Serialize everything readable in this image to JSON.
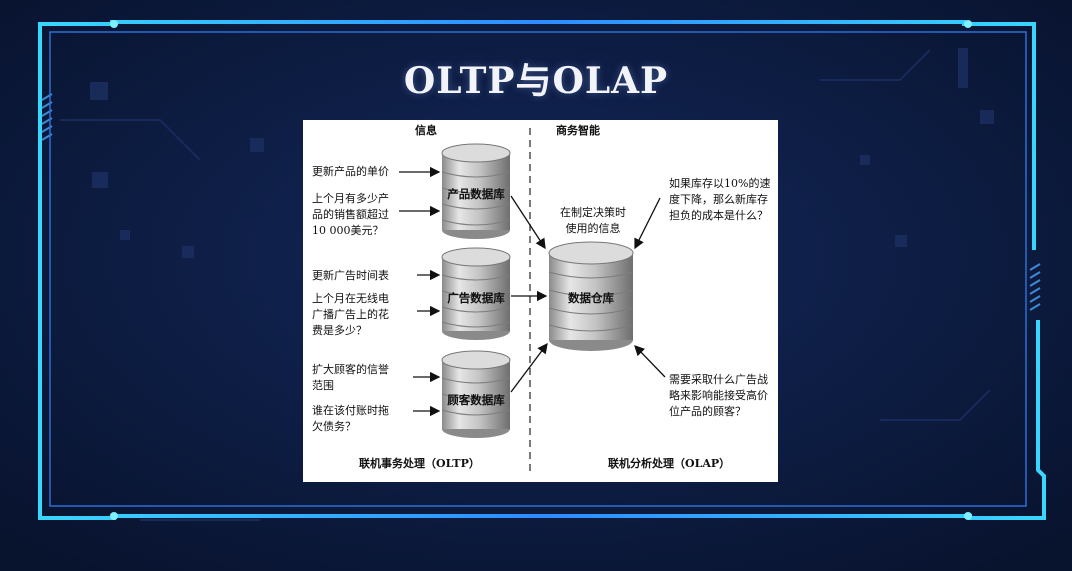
{
  "slide": {
    "title": "OLTP与OLAP"
  },
  "diagram": {
    "left_header": "信息",
    "right_header": "商务智能",
    "left_footer": "联机事务处理（OLTP）",
    "right_footer": "联机分析处理（OLAP）",
    "databases": {
      "product": "产品数据库",
      "ad": "广告数据库",
      "customer": "顾客数据库",
      "warehouse": "数据仓库"
    },
    "questions": {
      "q1": [
        "更新产品的单价"
      ],
      "q2": [
        "上个月有多少产",
        "品的销售额超过",
        "10 000美元？"
      ],
      "q3": [
        "更新广告时间表"
      ],
      "q4": [
        "上个月在无线电",
        "广播广告上的花",
        "费是多少？"
      ],
      "q5": [
        "扩大顾客的信誉",
        "范围"
      ],
      "q6": [
        "谁在该付账时拖",
        "欠债务？"
      ]
    },
    "warehouse_note": [
      "在制定决策时",
      "使用的信息"
    ],
    "bi_question_1": [
      "如果库存以10%的速",
      "度下降，那么新库存",
      "担负的成本是什么？"
    ],
    "bi_question_2": [
      "需要采取什么广告战",
      "略来影响能接受高价",
      "位产品的顾客？"
    ]
  },
  "colors": {
    "background": "#0c1a3c",
    "frame": "#2fa3ff",
    "frame_glow": "#5fe3ff",
    "panel": "#ffffff"
  }
}
